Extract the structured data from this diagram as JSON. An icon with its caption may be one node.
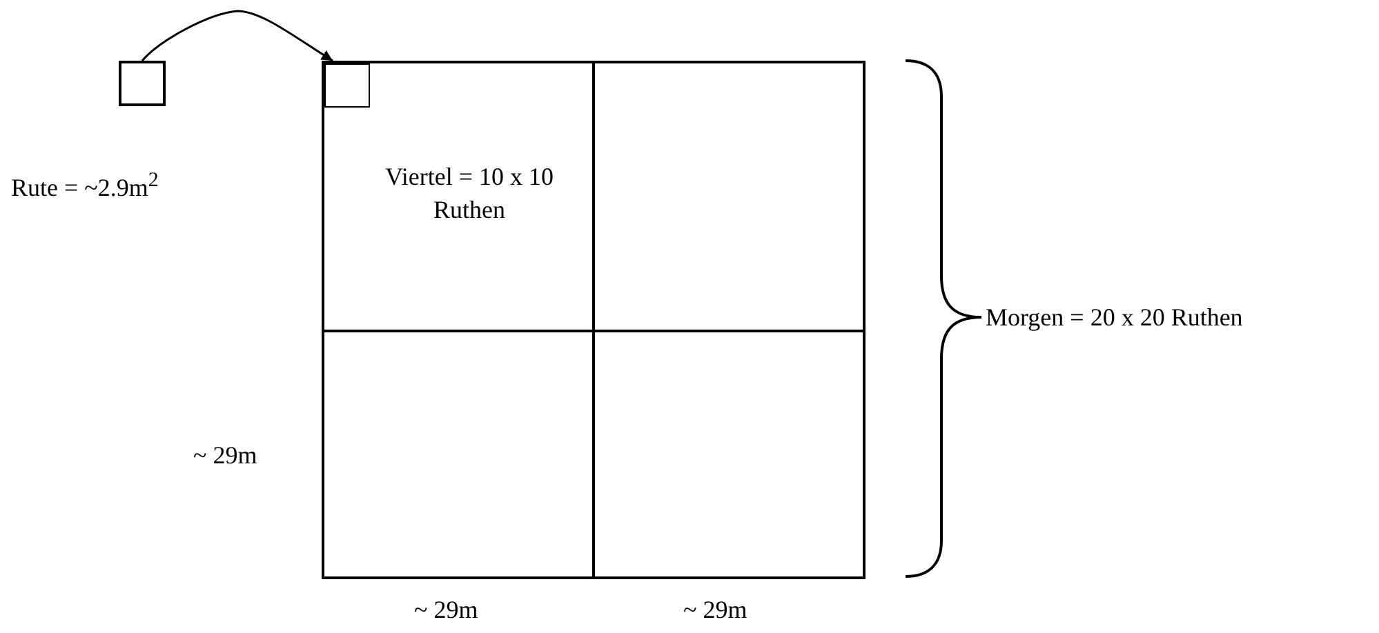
{
  "diagram": {
    "nodes": [
      {
        "text": [],
        "shape": "box"
      },
      {
        "text": [],
        "shape": "box"
      },
      {
        "text": [
          "Viertel = 10 x 10 Ruthen"
        ],
        "in": 1
      },
      {
        "text": [],
        "shape": "box",
        "in": 2
      },
      {
        "text": [],
        "shape": "box",
        "in": 1
      },
      {
        "text": [],
        "shape": "box",
        "in": 1
      },
      {
        "text": [],
        "shape": "box",
        "in": 1
      }
    ],
    "edges": [
      {
        "from": 0,
        "to": 3,
        "arrow": "to"
      }
    ],
    "labels": [
      "Rute = ~2.9m$^{2}$",
      "Morgen = 20 x 20 Ruthen",
      "~ 29m",
      "~ 29m",
      "~ 29m"
    ]
  }
}
